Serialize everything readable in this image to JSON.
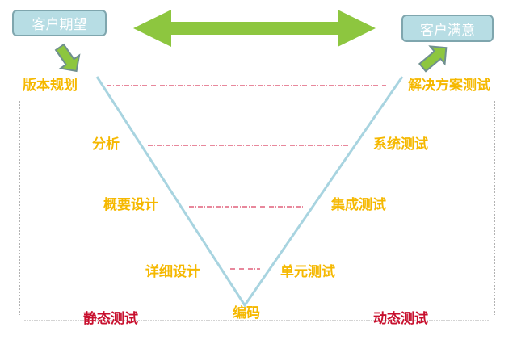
{
  "boxes": {
    "start": "客户期望",
    "end": "客户满意"
  },
  "left": [
    "版本规划",
    "分析",
    "概要设计",
    "详细设计"
  ],
  "right": [
    "解决方案测试",
    "系统测试",
    "集成测试",
    "单元测试"
  ],
  "bottom": "编码",
  "static_test": "静态测试",
  "dynamic_test": "动态测试",
  "colors": {
    "label": "#f5b800",
    "red": "#c8102e",
    "arrow": "#8dc63f",
    "v_line": "#a8d4e0",
    "box": "#b7dde4"
  }
}
